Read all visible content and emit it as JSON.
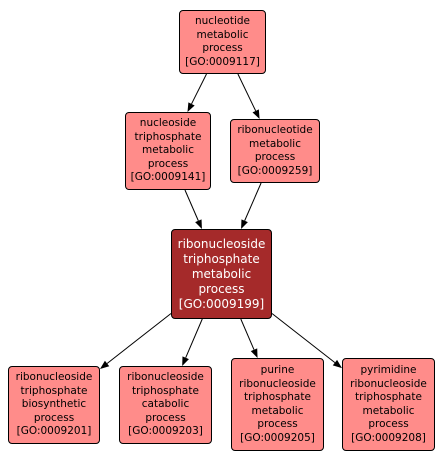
{
  "nodes": [
    {
      "key": "go-0009117",
      "lines": [
        "nucleotide",
        "metabolic",
        "process",
        "[GO:0009117]"
      ]
    },
    {
      "key": "go-0009141",
      "lines": [
        "nucleoside",
        "triphosphate",
        "metabolic",
        "process",
        "[GO:0009141]"
      ]
    },
    {
      "key": "go-0009259",
      "lines": [
        "ribonucleotide",
        "metabolic",
        "process",
        "[GO:0009259]"
      ]
    },
    {
      "key": "go-0009199",
      "lines": [
        "ribonucleoside",
        "triphosphate",
        "metabolic",
        "process",
        "[GO:0009199]"
      ],
      "focus": true
    },
    {
      "key": "go-0009201",
      "lines": [
        "ribonucleoside",
        "triphosphate",
        "biosynthetic",
        "process",
        "[GO:0009201]"
      ]
    },
    {
      "key": "go-0009203",
      "lines": [
        "ribonucleoside",
        "triphosphate",
        "catabolic",
        "process",
        "[GO:0009203]"
      ]
    },
    {
      "key": "go-0009205",
      "lines": [
        "purine",
        "ribonucleoside",
        "triphosphate",
        "metabolic",
        "process",
        "[GO:0009205]"
      ]
    },
    {
      "key": "go-0009208",
      "lines": [
        "pyrimidine",
        "ribonucleoside",
        "triphosphate",
        "metabolic",
        "process",
        "[GO:0009208]"
      ]
    }
  ],
  "edges": [
    {
      "from": "go-0009117",
      "to": "go-0009141"
    },
    {
      "from": "go-0009117",
      "to": "go-0009259"
    },
    {
      "from": "go-0009141",
      "to": "go-0009199"
    },
    {
      "from": "go-0009259",
      "to": "go-0009199"
    },
    {
      "from": "go-0009199",
      "to": "go-0009201"
    },
    {
      "from": "go-0009199",
      "to": "go-0009203"
    },
    {
      "from": "go-0009199",
      "to": "go-0009205"
    },
    {
      "from": "go-0009199",
      "to": "go-0009208"
    }
  ],
  "colors": {
    "node_fill": "#ff8c8a",
    "focus_fill": "#a52a2a",
    "border": "#000000",
    "edge": "#000000"
  }
}
